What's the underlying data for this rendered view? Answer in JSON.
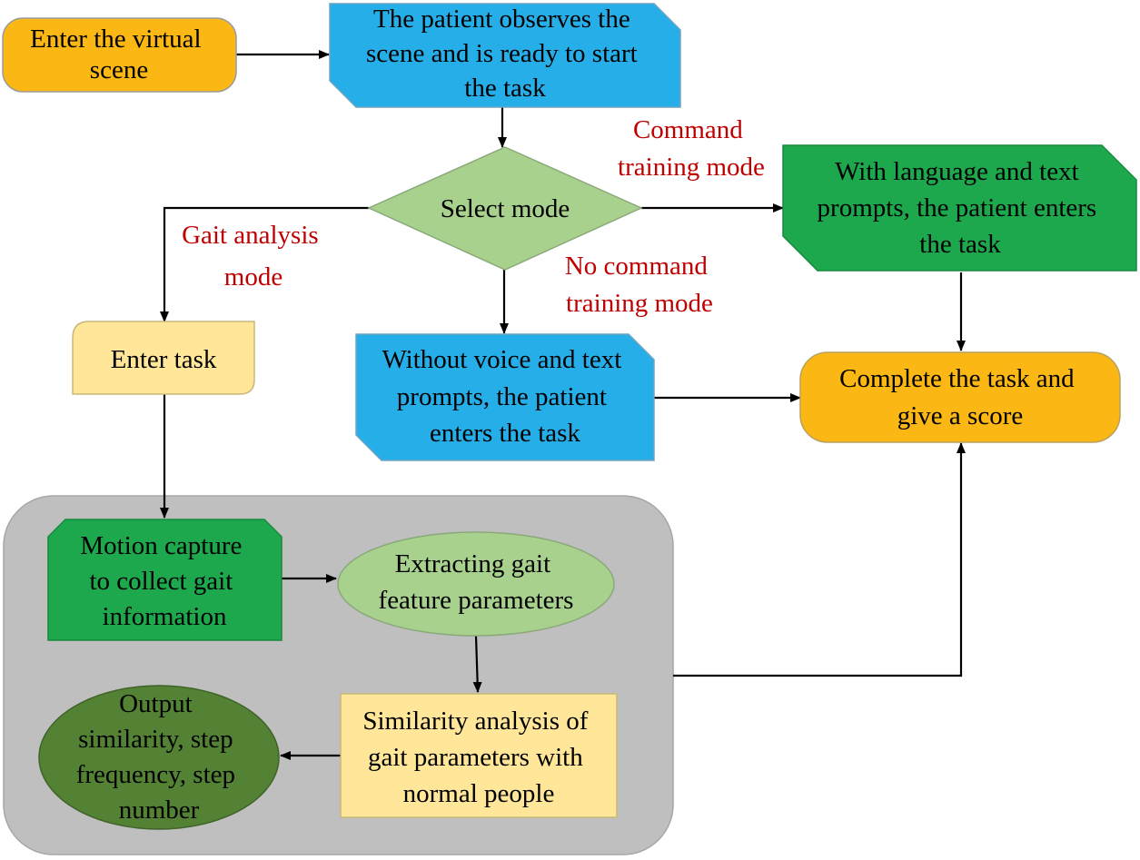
{
  "colors": {
    "orange": "#fbb714",
    "blue": "#26aee9",
    "green_dark": "#1ea84d",
    "green_light": "#a9d18e",
    "yellow_light": "#ffe699",
    "olive_dark": "#548235",
    "gray_panel": "#bfbfbf",
    "label_red": "#c00000",
    "text": "#000000"
  },
  "nodes": {
    "enter_scene": [
      "Enter the virtual",
      "scene"
    ],
    "patient_observes": [
      "The patient observes the",
      "scene and is ready to start",
      "the task"
    ],
    "select_mode": [
      "Select mode"
    ],
    "with_prompts": [
      "With language and text",
      "prompts, the patient enters",
      "the task"
    ],
    "enter_task": [
      "Enter task"
    ],
    "without_prompts": [
      "Without voice and text",
      "prompts, the patient",
      "enters the task"
    ],
    "complete_task": [
      "Complete the task and",
      "give a score"
    ],
    "motion_capture": [
      "Motion capture",
      "to collect gait",
      "information"
    ],
    "extract_gait": [
      "Extracting gait",
      "feature parameters"
    ],
    "similarity": [
      "Similarity analysis of",
      "gait parameters with",
      "normal people"
    ],
    "output": [
      "Output",
      "similarity, step",
      "frequency, step",
      "number"
    ]
  },
  "edge_labels": {
    "command": [
      "Command",
      "training mode"
    ],
    "gait_analysis": [
      "Gait analysis",
      "mode"
    ],
    "no_command": [
      "No command",
      "training mode"
    ]
  }
}
